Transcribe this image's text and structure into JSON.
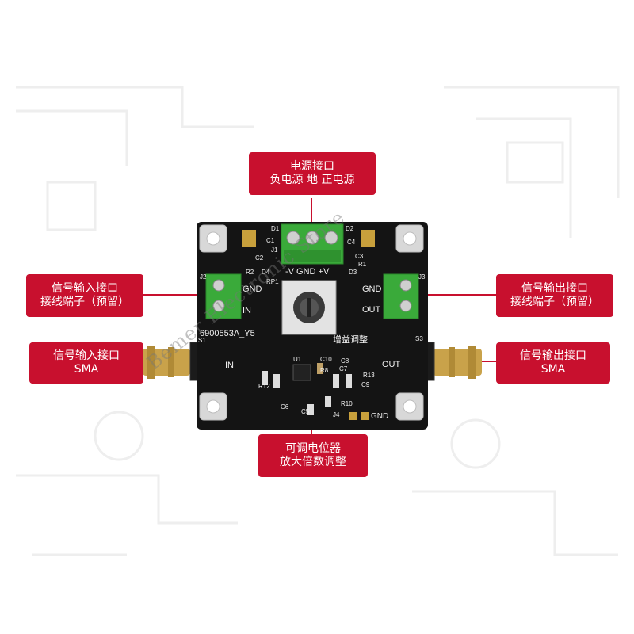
{
  "callouts": {
    "power": {
      "line1": "电源接口",
      "line2": "负电源  地  正电源"
    },
    "input_terminal": {
      "line1": "信号输入接口",
      "line2": "接线端子（预留）"
    },
    "output_terminal": {
      "line1": "信号输出接口",
      "line2": "接线端子（预留）"
    },
    "input_sma": {
      "line1": "信号输入接口",
      "line2": "SMA"
    },
    "output_sma": {
      "line1": "信号输出接口",
      "line2": "SMA"
    },
    "potentiometer": {
      "line1": "可调电位器",
      "line2": "放大倍数调整"
    }
  },
  "board": {
    "model": "6900553A_Y5",
    "power_pins": "-V  GND  +V",
    "gain_label": "增益调整",
    "in_label": "IN",
    "out_label": "OUT",
    "gnd_left": "GND",
    "in_left": "IN",
    "gnd_right": "GND",
    "out_right": "OUT",
    "j4_gnd": "GND",
    "j4": "J4",
    "rp1": "RP1",
    "j1": "J1",
    "j2": "J2",
    "j3": "J3",
    "s1": "S1",
    "s3": "S3",
    "u1": "U1",
    "d1": "D1",
    "d2": "D2",
    "d3": "D3",
    "d4": "D4",
    "c1": "C1",
    "c2": "C2",
    "c3": "C3",
    "c4": "C4",
    "c5": "C5",
    "c6": "C6",
    "c7": "C7",
    "c8": "C8",
    "c9": "C9",
    "c10": "C10",
    "r1": "R1",
    "r2": "R2",
    "r8": "R8",
    "r10": "R10",
    "r12": "R12",
    "r13": "R13"
  },
  "watermark": "Bemer Electronic Store",
  "colors": {
    "callout": "#c8102e",
    "pcb": "#141414",
    "terminal": "#3aaa3a",
    "sma_gold": "#c9a24a"
  }
}
